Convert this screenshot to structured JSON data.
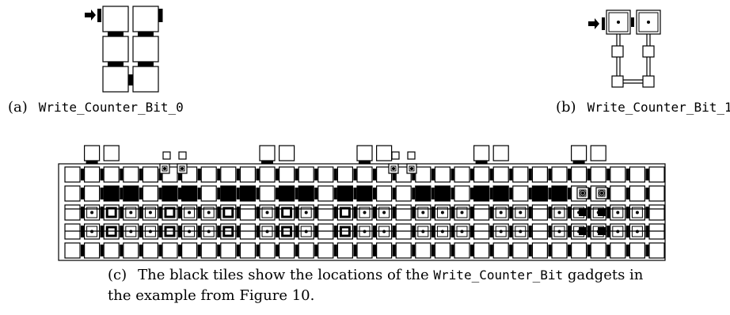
{
  "captions": {
    "a": {
      "label": "(a)",
      "name": "Write_Counter_Bit_0"
    },
    "b": {
      "label": "(b)",
      "name": "Write_Counter_Bit_1"
    },
    "c": {
      "label": "(c)",
      "line1_pre": "The black tiles show the locations of the ",
      "line1_code": "Write_Counter_Bit",
      "line1_post": " gadgets in",
      "line2": "the example from Figure 10."
    }
  },
  "colors": {
    "ink": "#000000",
    "paper": "#ffffff"
  },
  "icons": {
    "input_arrow": "right-arrow-icon"
  }
}
